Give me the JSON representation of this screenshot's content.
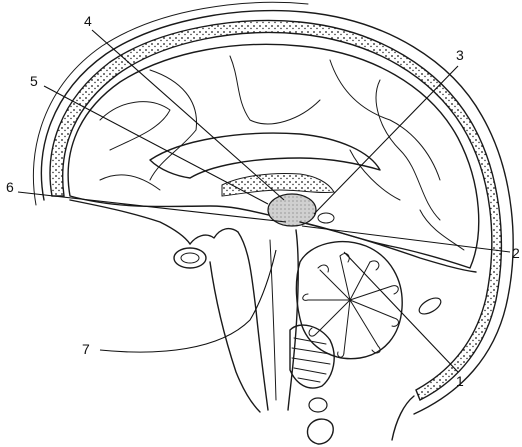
{
  "labels": [
    {
      "id": "1",
      "text": "1"
    },
    {
      "id": "2",
      "text": "2"
    },
    {
      "id": "3",
      "text": "3"
    },
    {
      "id": "4",
      "text": "4"
    },
    {
      "id": "5",
      "text": "5"
    },
    {
      "id": "6",
      "text": "6"
    },
    {
      "id": "7",
      "text": "7"
    }
  ],
  "colors": {
    "ink": "#1a1a1a",
    "shade": "#bdbdbd",
    "background": "#ffffff"
  }
}
